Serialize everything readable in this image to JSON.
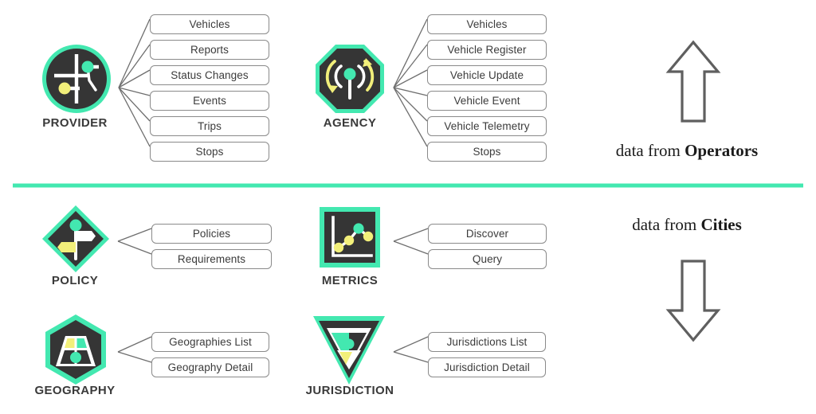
{
  "theme": {
    "accent_teal": "#43e8b0",
    "accent_yellow": "#f2ef7a",
    "icon_dark": "#353535",
    "line_gray": "#6e6e6e",
    "box_border": "#8a8a8a",
    "text_dark": "#3a3a3a",
    "background": "#ffffff"
  },
  "divider": {
    "name": "section-divider",
    "color": "#43e8b0"
  },
  "sections": [
    {
      "id": "operators",
      "caption_prefix": "data from ",
      "caption_strong": "Operators",
      "arrow_direction": "up",
      "groups": [
        {
          "id": "provider",
          "label": "PROVIDER",
          "icon": "provider-circle-road-icon",
          "icon_shape": "circle",
          "endpoints": [
            "Vehicles",
            "Reports",
            "Status Changes",
            "Events",
            "Trips",
            "Stops"
          ]
        },
        {
          "id": "agency",
          "label": "AGENCY",
          "icon": "agency-octagon-broadcast-icon",
          "icon_shape": "octagon",
          "endpoints": [
            "Vehicles",
            "Vehicle Register",
            "Vehicle Update",
            "Vehicle Event",
            "Vehicle Telemetry",
            "Stops"
          ]
        }
      ]
    },
    {
      "id": "cities",
      "caption_prefix": "data from ",
      "caption_strong": "Cities",
      "arrow_direction": "down",
      "groups": [
        {
          "id": "policy",
          "label": "POLICY",
          "icon": "policy-diamond-signpost-icon",
          "icon_shape": "diamond",
          "endpoints": [
            "Policies",
            "Requirements"
          ]
        },
        {
          "id": "metrics",
          "label": "METRICS",
          "icon": "metrics-square-linechart-icon",
          "icon_shape": "square",
          "endpoints": [
            "Discover",
            "Query"
          ]
        },
        {
          "id": "geography",
          "label": "GEOGRAPHY",
          "icon": "geography-hexagon-map-icon",
          "icon_shape": "hexagon",
          "endpoints": [
            "Geographies List",
            "Geography Detail"
          ]
        },
        {
          "id": "jurisdiction",
          "label": "JURISDICTION",
          "icon": "jurisdiction-triangle-icon",
          "icon_shape": "triangle-down",
          "endpoints": [
            "Jurisdictions List",
            "Jurisdiction Detail"
          ]
        }
      ]
    }
  ]
}
